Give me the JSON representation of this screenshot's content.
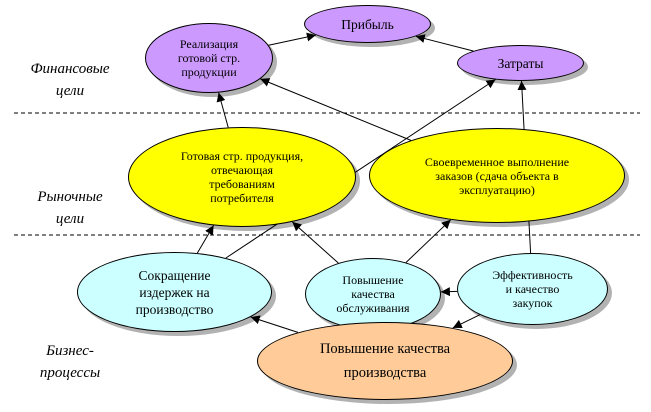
{
  "colors": {
    "financial": "#cc99ff",
    "market": "#ffff00",
    "process": "#ccffff",
    "production": "#ffcc99",
    "line": "#000000",
    "divider": "#000000"
  },
  "levels": [
    {
      "id": "financial",
      "lines": [
        "Финансовые",
        "цели"
      ]
    },
    {
      "id": "market",
      "lines": [
        "Рыночные",
        "цели"
      ]
    },
    {
      "id": "process",
      "lines": [
        "Бизнес-",
        "процессы"
      ]
    }
  ],
  "nodes": {
    "profit": {
      "lines": [
        "Прибыль"
      ]
    },
    "sales": {
      "lines": [
        "Реализация",
        "готовой стр.",
        "продукции"
      ]
    },
    "costs": {
      "lines": [
        "Затраты"
      ]
    },
    "ready_product": {
      "lines": [
        "Готовая стр. продукция,",
        "отвечающая",
        "требованиям",
        "потребителя"
      ]
    },
    "timely_delivery": {
      "lines": [
        "Своевременное выполнение",
        "заказов (сдача  объекта в",
        "эксплуатацию)"
      ]
    },
    "cost_reduction": {
      "lines": [
        "Сокращение",
        "издержек на",
        "производство"
      ]
    },
    "service_quality": {
      "lines": [
        "Повышение",
        "качества",
        "обслуживания"
      ]
    },
    "procurement": {
      "lines": [
        "Эффективность",
        "и качество",
        "закупок"
      ]
    },
    "production_quality": {
      "lines": [
        "Повышение качества",
        "производства"
      ]
    }
  },
  "edges": [
    {
      "from": "sales",
      "to": "profit"
    },
    {
      "from": "costs",
      "to": "profit"
    },
    {
      "from": "ready_product",
      "to": "sales"
    },
    {
      "from": "timely_delivery",
      "to": "sales"
    },
    {
      "from": "cost_reduction",
      "to": "ready_product"
    },
    {
      "from": "cost_reduction",
      "to": "costs"
    },
    {
      "from": "service_quality",
      "to": "ready_product"
    },
    {
      "from": "service_quality",
      "to": "timely_delivery"
    },
    {
      "from": "procurement",
      "to": "service_quality"
    },
    {
      "from": "procurement",
      "to": "costs"
    },
    {
      "from": "procurement",
      "to": "production_quality"
    },
    {
      "from": "production_quality",
      "to": "cost_reduction"
    }
  ]
}
